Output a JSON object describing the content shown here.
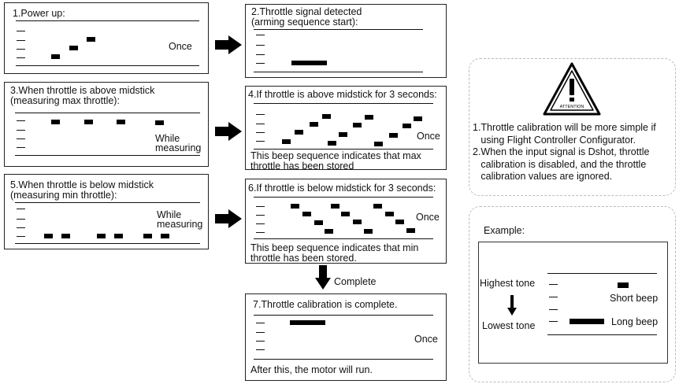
{
  "step1": {
    "title": "1.Power up:",
    "freq": "Once"
  },
  "step2": {
    "title": "2.Throttle signal detected\n(arming sequence start):"
  },
  "step3": {
    "title": "3.When throttle is above midstick\n(measuring max throttle):",
    "freq": "While\nmeasuring"
  },
  "step4": {
    "title": "4.If throttle is above midstick for 3 seconds:",
    "freq": "Once",
    "note": "This beep sequence indicates that max\nthrottle has been stored"
  },
  "step5": {
    "title": "5.When throttle is below midstick\n(measuring min throttle):",
    "freq": "While\nmeasuring"
  },
  "step6": {
    "title": "6.If throttle is below midstick for 3 seconds:",
    "freq": "Once",
    "note": "This beep sequence indicates that min\nthrottle has been stored."
  },
  "complete_label": "Complete",
  "step7": {
    "title": "7.Throttle calibration is complete.",
    "freq": "Once",
    "note": "After this, the motor will run."
  },
  "attention": {
    "icon_label": "ATTENTION",
    "items": [
      "1.Throttle calibration will be more simple if\n   using Flight Controller Configurator.",
      "2.When the input signal is Dshot, throttle\n   calibration is disabled, and the throttle\n   calibration values are ignored."
    ]
  },
  "example": {
    "title": "Example:",
    "highest": "Highest tone",
    "lowest": "Lowest tone",
    "short": "Short beep",
    "long": "Long beep"
  }
}
